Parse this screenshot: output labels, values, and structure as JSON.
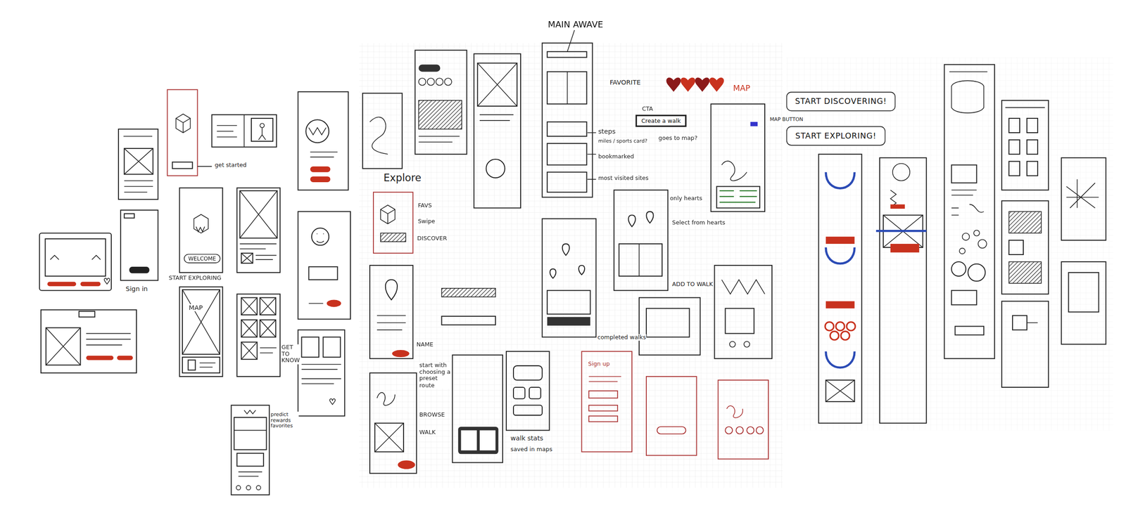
{
  "diagram": {
    "nodes": [
      {
        "text": [
          "START DISCOVERING!"
        ]
      },
      {
        "text": [
          "START EXPLORING!"
        ]
      },
      {
        "text": [
          "WELCOME"
        ]
      },
      {
        "text": [
          "Create a walk"
        ]
      }
    ],
    "labels": [
      "MAIN AWAVE",
      "get started",
      "Sign in",
      "START EXPLORING",
      "MAP",
      "GET TO KNOW",
      "predict rewards favorites",
      "Explore",
      "FAVS",
      "Swipe",
      "DISCOVER",
      "NAME",
      "start with choosing a preset route",
      "BROWSE",
      "WALK",
      "walk stats",
      "saved in maps",
      "FAVORITE",
      "steps",
      "miles / sports card?",
      "bookmarked",
      "most visited sites",
      "CTA",
      "goes to map?",
      "only hearts",
      "Select from hearts",
      "ADD TO WALK",
      "completed walks",
      "MAP",
      "MAP BUTTON",
      "Sign up"
    ]
  }
}
